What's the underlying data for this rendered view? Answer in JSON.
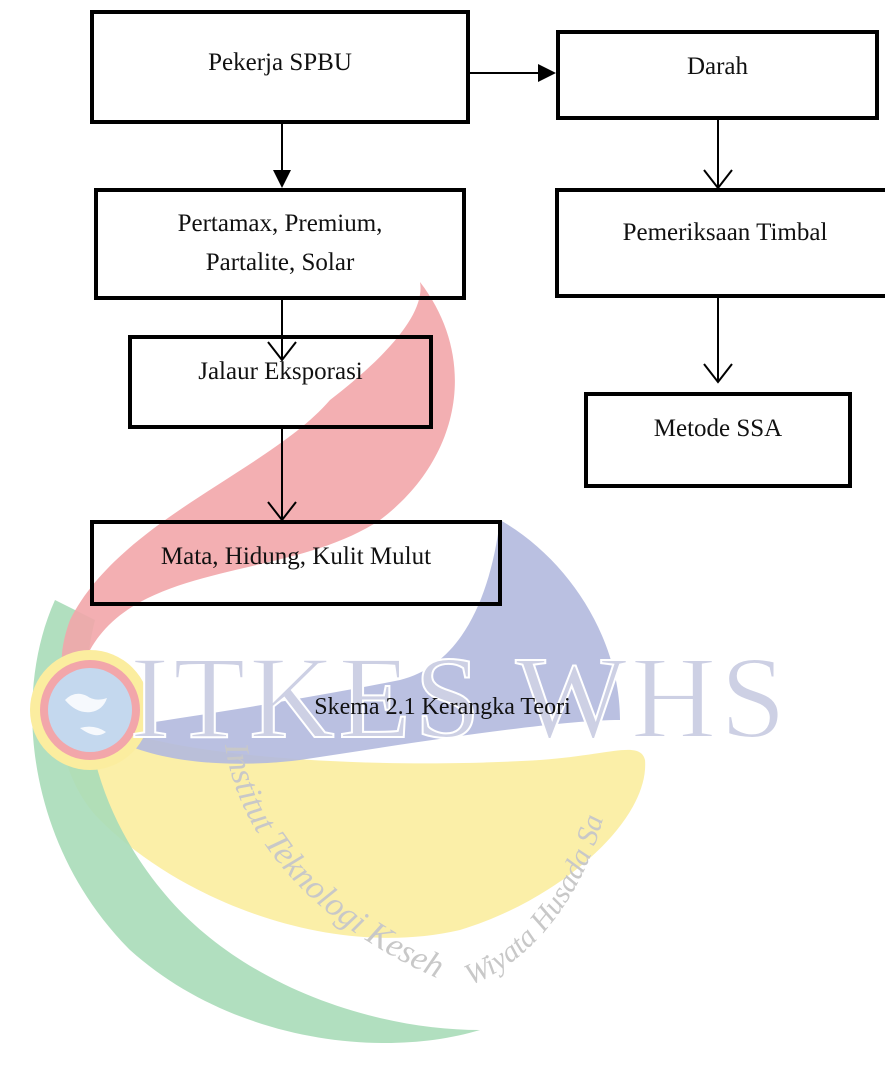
{
  "nodes": {
    "pekerja": "Pekerja SPBU",
    "darah": "Darah",
    "bbm_line1": "Pertamax, Premium,",
    "bbm_line2": "Partalite, Solar",
    "timbal": "Pemeriksaan Timbal",
    "jalur": "Jalaur Eksporasi",
    "ssa": "Metode SSA",
    "mata": "Mata, Hidung, Kulit Mulut"
  },
  "caption": "Skema 2.1 Kerangka Teori",
  "watermark": {
    "brand": "ITKES WHS",
    "institution_left": "Institut Teknologi Kesehatan & Sains",
    "institution_right": "Wiyata Husada Samarinda",
    "colors": {
      "red": "#f2a6aa",
      "blue": "#b3b9de",
      "yellow": "#fbed9f",
      "green": "#a9dcb8",
      "text": "#c8c8c8"
    }
  },
  "edges": [
    [
      "pekerja",
      "darah"
    ],
    [
      "pekerja",
      "bbm"
    ],
    [
      "bbm",
      "jalur"
    ],
    [
      "jalur",
      "mata"
    ],
    [
      "darah",
      "timbal"
    ],
    [
      "timbal",
      "ssa"
    ]
  ]
}
